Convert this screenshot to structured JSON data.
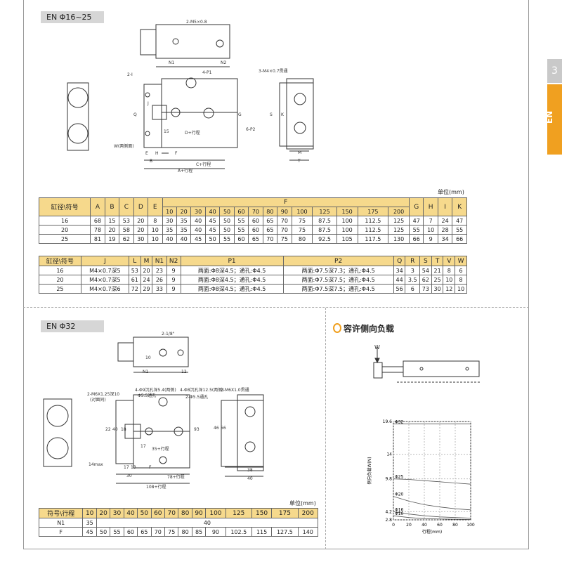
{
  "side": {
    "page_num": "3",
    "tab": "EN"
  },
  "sec1": {
    "tag": "EN Φ16~25",
    "labels": [
      "2-M5×0.8",
      "N1",
      "N2",
      "3-M4×0.7贯通",
      "2-I",
      "4-P1",
      "W(两侧面)",
      "6-P2",
      "15",
      "D+行程",
      "E",
      "H",
      "F",
      "C+行程",
      "B",
      "A+行程",
      "M",
      "T",
      "S",
      "K",
      "G",
      "Q",
      "J"
    ],
    "unit": "单位(mm)",
    "t1": {
      "h1": [
        "缸径\\符号",
        "A",
        "B",
        "C",
        "D",
        "E",
        "F",
        "G",
        "H",
        "I",
        "K"
      ],
      "f_sub": [
        "10",
        "20",
        "30",
        "40",
        "50",
        "60",
        "70",
        "80",
        "90",
        "100",
        "125",
        "150",
        "175",
        "200"
      ],
      "rows": [
        [
          "16",
          "68",
          "15",
          "53",
          "20",
          "8",
          "30",
          "35",
          "40",
          "45",
          "50",
          "55",
          "60",
          "65",
          "70",
          "75",
          "87.5",
          "100",
          "112.5",
          "125",
          "47",
          "7",
          "24",
          "47"
        ],
        [
          "20",
          "78",
          "20",
          "58",
          "20",
          "10",
          "35",
          "35",
          "40",
          "45",
          "50",
          "55",
          "60",
          "65",
          "70",
          "75",
          "87.5",
          "100",
          "112.5",
          "125",
          "55",
          "10",
          "28",
          "55"
        ],
        [
          "25",
          "81",
          "19",
          "62",
          "30",
          "10",
          "40",
          "40",
          "45",
          "50",
          "55",
          "60",
          "65",
          "70",
          "75",
          "80",
          "92.5",
          "105",
          "117.5",
          "130",
          "66",
          "9",
          "34",
          "66"
        ]
      ]
    },
    "t2": {
      "h": [
        "缸径\\符号",
        "J",
        "L",
        "M",
        "N1",
        "N2",
        "P1",
        "P2",
        "Q",
        "R",
        "S",
        "T",
        "V",
        "W"
      ],
      "rows": [
        [
          "16",
          "M4×0.7深5",
          "53",
          "20",
          "23",
          "9",
          "两面:Φ8深4.5；通孔:Φ4.5",
          "两面:Φ7.5深7.3；通孔:Φ4.5",
          "34",
          "3",
          "54",
          "21",
          "8",
          "6"
        ],
        [
          "20",
          "M4×0.7深5",
          "61",
          "24",
          "26",
          "9",
          "两面:Φ8深4.5；通孔:Φ4.5",
          "两面:Φ7.5深7.5；通孔:Φ4.5",
          "44",
          "3.5",
          "62",
          "25",
          "10",
          "8"
        ],
        [
          "25",
          "M4×0.7深6",
          "72",
          "29",
          "33",
          "9",
          "两面:Φ8深4.5；通孔:Φ4.5",
          "两面:Φ7.5深7.5；通孔:Φ4.5",
          "56",
          "6",
          "73",
          "30",
          "12",
          "10"
        ]
      ]
    }
  },
  "sec2": {
    "tag": "EN Φ32",
    "labels": [
      "2-1/8\"",
      "10",
      "N1",
      "12",
      "2-M6X1.25深10",
      "(对面同)",
      "4-Φ9沉孔深5.4(两侧)",
      "Φ5.5通孔",
      "4-Φ8沉孔深12.5(两侧)",
      "2-Φ5.5通孔",
      "2-M6X1.0贯通",
      "22",
      "40",
      "17",
      "17",
      "13",
      "35+行程",
      "14max",
      "30",
      "F",
      "78+行程",
      "108+行程",
      "38",
      "40",
      "46",
      "56",
      "18",
      "93"
    ],
    "unit": "单位(mm)",
    "t3": {
      "h": [
        "符号\\行程",
        "10",
        "20",
        "30",
        "40",
        "50",
        "60",
        "70",
        "80",
        "90",
        "100",
        "125",
        "150",
        "175",
        "200"
      ],
      "n1": [
        "N1",
        "35",
        "40"
      ],
      "f": [
        "F",
        "45",
        "50",
        "55",
        "60",
        "65",
        "70",
        "75",
        "80",
        "85",
        "90",
        "102.5",
        "115",
        "127.5",
        "140"
      ]
    }
  },
  "sec3": {
    "title": "容许侧向负载",
    "w_label": "W",
    "chart_data": {
      "type": "line",
      "title": "容许侧向负载",
      "xlabel": "行程(mm)",
      "ylabel": "侧向负载W(N)",
      "x_ticks": [
        "0",
        "20",
        "40",
        "60",
        "80",
        "100"
      ],
      "y_ticks": [
        "2.8",
        "4.2",
        "9.8",
        "14",
        "19.6"
      ],
      "xlim": [
        0,
        100
      ],
      "ylim": [
        2.8,
        19.6
      ],
      "series": [
        {
          "name": "Φ32",
          "x": [
            0,
            100
          ],
          "y": [
            19.2,
            19.2
          ]
        },
        {
          "name": "Φ25",
          "x": [
            0,
            20,
            40,
            60,
            80,
            100
          ],
          "y": [
            9.8,
            9.7,
            9.5,
            9.3,
            9.1,
            8.9
          ]
        },
        {
          "name": "Φ20",
          "x": [
            0,
            20,
            40,
            60,
            80,
            100
          ],
          "y": [
            6.8,
            6.0,
            5.4,
            5.0,
            4.7,
            4.5
          ]
        },
        {
          "name": "Φ16",
          "x": [
            0,
            20,
            40,
            60,
            80,
            100
          ],
          "y": [
            4.2,
            3.8,
            3.5,
            3.3,
            3.2,
            3.1
          ]
        },
        {
          "name": "Φ10",
          "x": [
            0,
            20,
            40,
            60,
            80,
            100
          ],
          "y": [
            3.5,
            3.2,
            3.0,
            2.95,
            2.9,
            2.85
          ]
        }
      ]
    }
  }
}
